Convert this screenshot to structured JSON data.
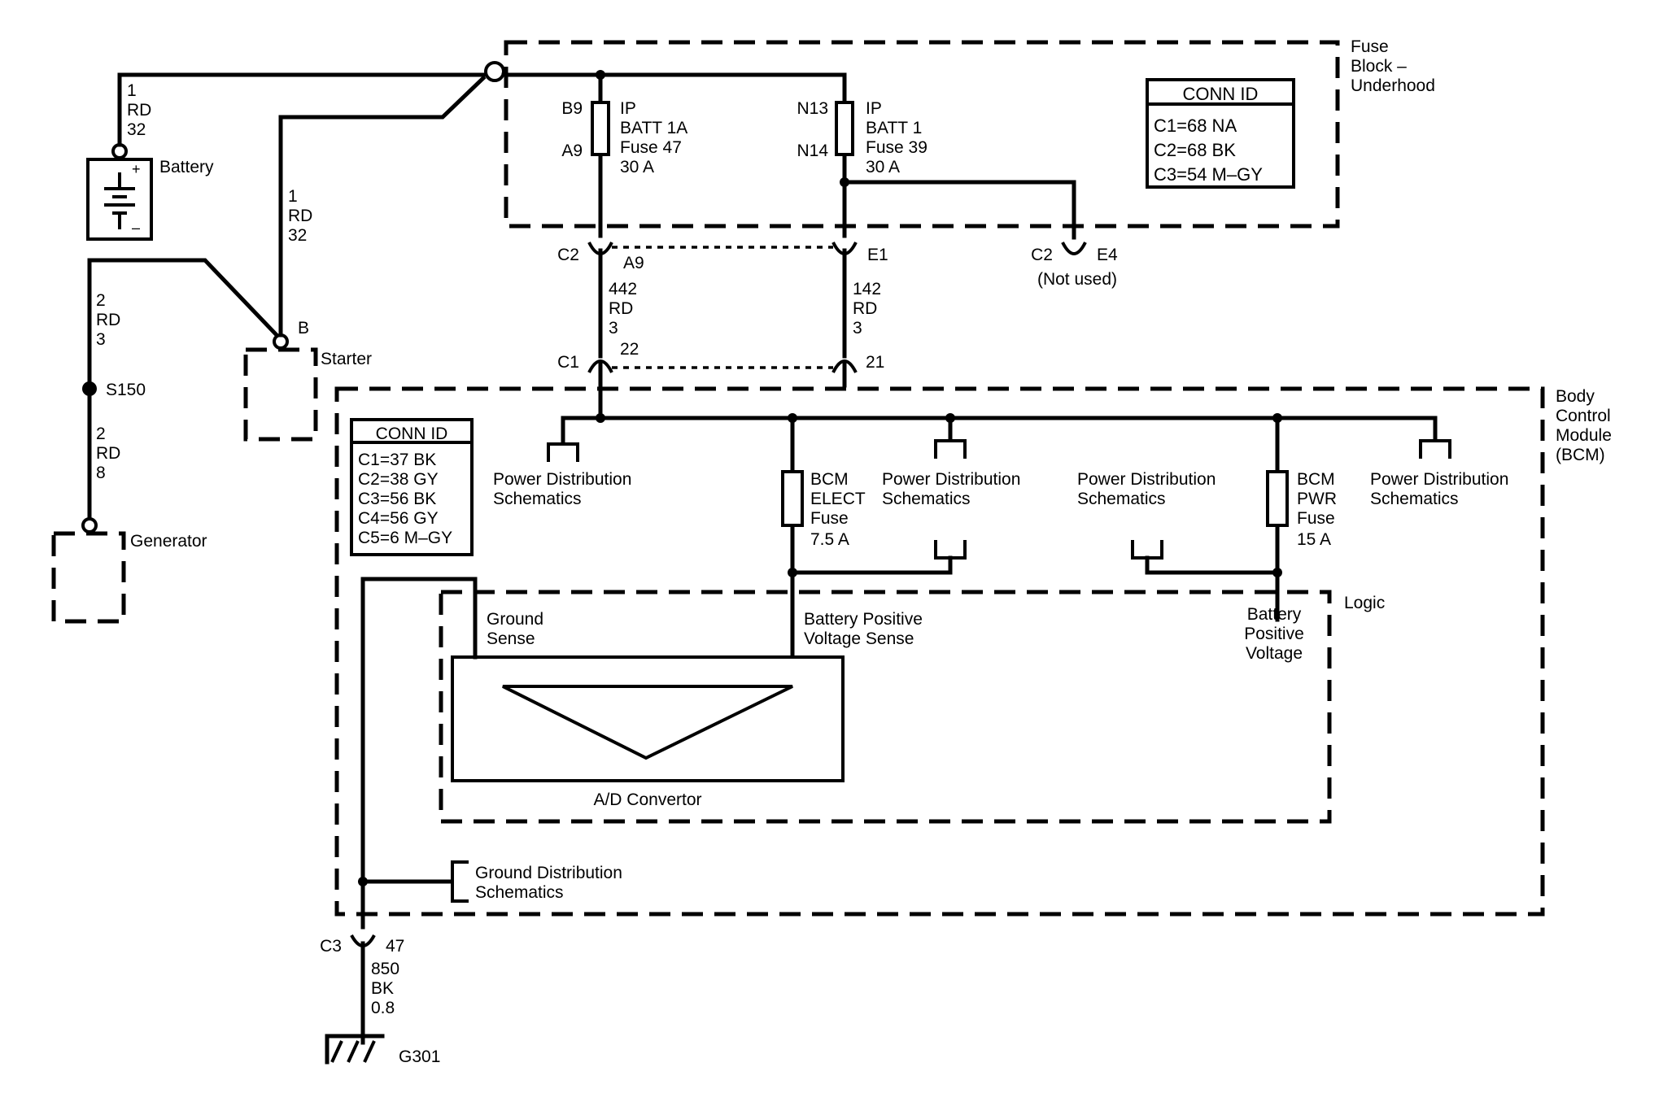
{
  "battery": {
    "wire": [
      "1",
      "RD",
      "32"
    ],
    "label": "Battery",
    "plus": "+",
    "minus": "–"
  },
  "starter": {
    "wire": [
      "1",
      "RD",
      "32"
    ],
    "terminal": "B",
    "label": "Starter"
  },
  "generator": {
    "wire_top": [
      "2",
      "RD",
      "3"
    ],
    "splice": "S150",
    "wire_bottom": [
      "2",
      "RD",
      "8"
    ],
    "label": "Generator"
  },
  "fuse_block": {
    "title": [
      "Fuse",
      "Block –",
      "Underhood"
    ],
    "conn_id": {
      "title": "CONN ID",
      "rows": [
        "C1=68 NA",
        "C2=68 BK",
        "C3=54 M–GY"
      ]
    },
    "fuse_ip_batt_1a": {
      "pin_top": "B9",
      "pin_bottom": "A9",
      "lines": [
        "IP",
        "BATT 1A",
        "Fuse 47",
        "30 A"
      ]
    },
    "fuse_ip_batt_1": {
      "pin_top": "N13",
      "pin_bottom": "N14",
      "lines": [
        "IP",
        "BATT 1",
        "Fuse 39",
        "30 A"
      ]
    }
  },
  "connectors": {
    "c2_a9": {
      "conn": "C2",
      "pin": "A9"
    },
    "c2_e1": {
      "pin": "E1"
    },
    "c2_e4": {
      "conn": "C2",
      "pin": "E4",
      "note": "(Not used)"
    },
    "c1_22": {
      "conn": "C1",
      "pin": "22"
    },
    "c1_21": {
      "pin": "21"
    },
    "c3_47": {
      "conn": "C3",
      "pin": "47"
    }
  },
  "wires": {
    "w442": [
      "442",
      "RD",
      "3"
    ],
    "w142": [
      "142",
      "RD",
      "3"
    ],
    "w850": [
      "850",
      "BK",
      "0.8"
    ]
  },
  "bcm": {
    "title": [
      "Body",
      "Control",
      "Module",
      "(BCM)"
    ],
    "conn_id": {
      "title": "CONN ID",
      "rows": [
        "C1=37 BK",
        "C2=38 GY",
        "C3=56 BK",
        "C4=56 GY",
        "C5=6 M–GY"
      ]
    },
    "power_dist_1": [
      "Power Distribution",
      "Schematics"
    ],
    "power_dist_2": [
      "Power Distribution",
      "Schematics"
    ],
    "power_dist_3": [
      "Power Distribution",
      "Schematics"
    ],
    "power_dist_4": [
      "Power Distribution",
      "Schematics"
    ],
    "fuse_elect": [
      "BCM",
      "ELECT",
      "Fuse",
      "7.5 A"
    ],
    "fuse_pwr": [
      "BCM",
      "PWR",
      "Fuse",
      "15 A"
    ],
    "logic": {
      "label": "Logic",
      "ground_sense": [
        "Ground",
        "Sense"
      ],
      "batt_pos_voltage_sense": [
        "Battery Positive",
        "Voltage Sense"
      ],
      "batt_pos_voltage": [
        "Battery",
        "Positive",
        "Voltage"
      ],
      "ad_convertor": "A/D Convertor"
    },
    "ground_dist": [
      "Ground Distribution",
      "Schematics"
    ]
  },
  "ground": {
    "label": "G301"
  }
}
